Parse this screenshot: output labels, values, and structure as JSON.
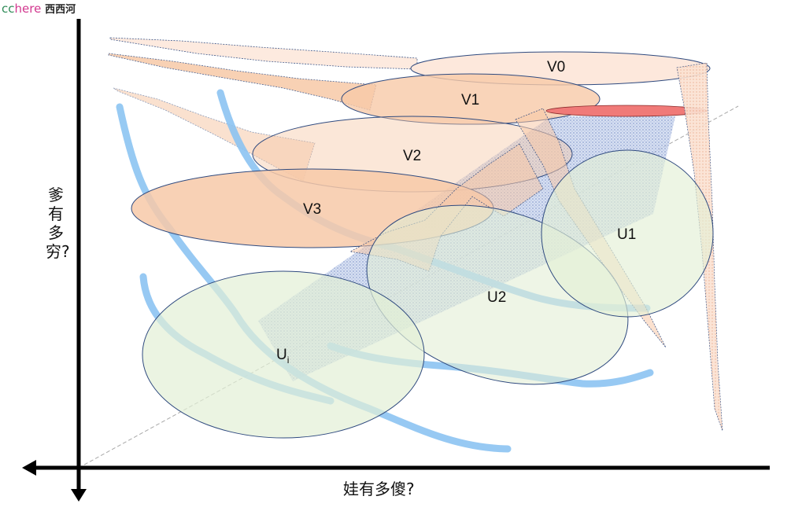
{
  "watermark": {
    "cc": "cc",
    "here": "here",
    "cn": "西西河"
  },
  "axes": {
    "y_label": "爹有多穷?",
    "x_label": "娃有多傻?"
  },
  "labels": {
    "v0": "V0",
    "v1": "V1",
    "v2": "V2",
    "v3": "V3",
    "u1": "U1",
    "u2": "U2",
    "ui_main": "U",
    "ui_sub": "i"
  },
  "colors": {
    "v_fill": "#f7c9a8",
    "v0_fill": "#fde8dc",
    "u_fill": "#e3efd6",
    "red_disc": "#f07a78",
    "curve_blue": "#8cc4f2",
    "band_blue": "#9fb4dc",
    "outline": "#2f4a7f"
  }
}
